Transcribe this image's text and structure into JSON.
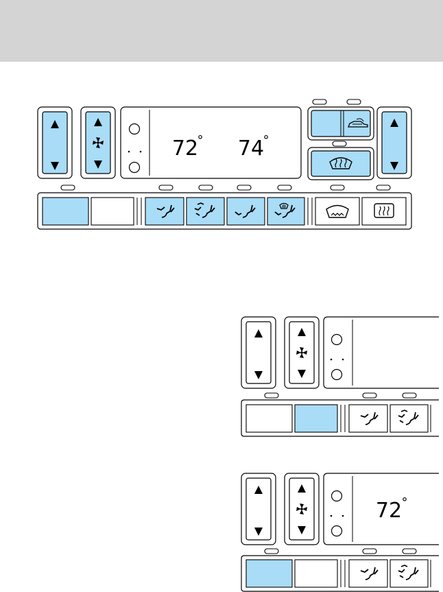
{
  "colors": {
    "accent": "#a9dcf6",
    "line": "#000000",
    "header": "#d4d4d4",
    "panel": "#ffffff"
  },
  "main_panel": {
    "temp_left": "72",
    "temp_right": "74",
    "degree_symbol": "°",
    "icons": {
      "up": "arrow-up-icon",
      "down": "arrow-down-icon",
      "fan": "fan-icon",
      "recirculation": "recirculation-car-icon",
      "front_defrost": "front-defrost-icon",
      "rear_defrost": "rear-defrost-icon",
      "windshield": "windshield-icon",
      "panel_vent": "panel-vent-icon",
      "bilevel_vent": "bilevel-vent-icon",
      "floor_vent": "floor-vent-icon",
      "floor_defrost": "floor-defrost-icon"
    }
  },
  "detail_panel_1": {},
  "detail_panel_2": {
    "temp": "72",
    "degree_symbol": "°"
  }
}
